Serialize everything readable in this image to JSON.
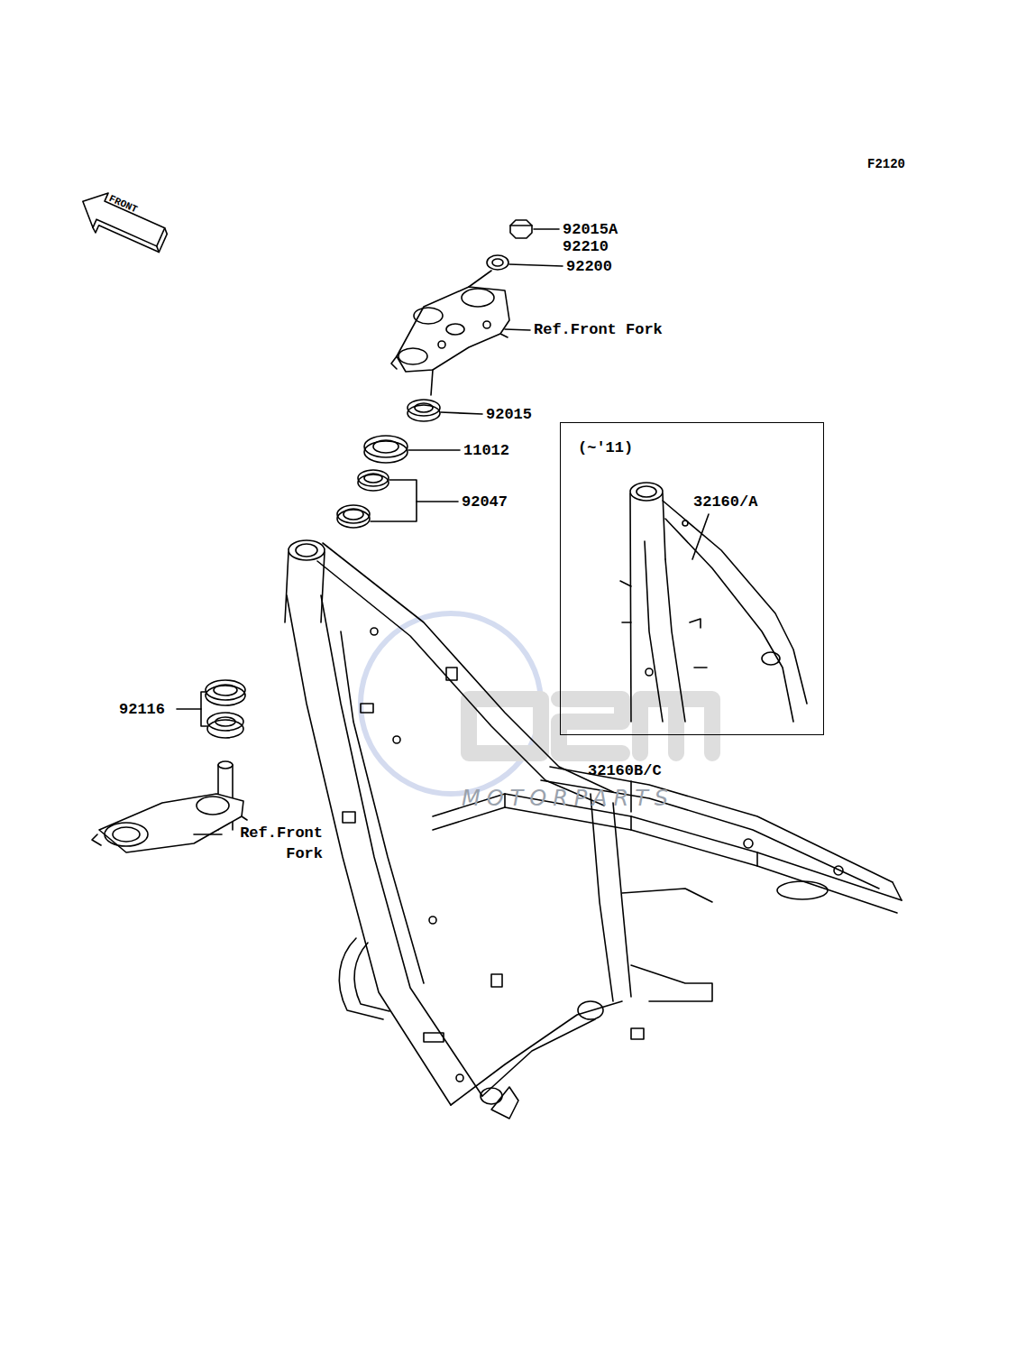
{
  "diagram": {
    "nodes": [
      {
        "text": [
          "(~'11)",
          "32160/A"
        ]
      }
    ],
    "labels": [
      "F2120",
      "FRONT",
      "92015A",
      "92210",
      "92200",
      "Ref.Front Fork",
      "92015",
      "11012",
      "92047",
      "92116",
      "Ref.Front Fork",
      "32160B/C",
      "MOTORPARTS"
    ]
  }
}
